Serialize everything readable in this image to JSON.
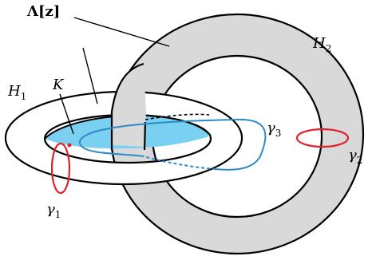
{
  "colors": {
    "torus_fill": "#d9d9d9",
    "disk_fill": "#79d0f0",
    "loop_gamma3": "#2a8cc7",
    "loop_red": "#e0202a",
    "outline": "#000000"
  },
  "labels": {
    "lambda": "Λ[",
    "lambda_z": "z",
    "lambda_close": "]",
    "h2": "H",
    "h2_sub": "2",
    "h1": "H",
    "h1_sub": "1",
    "k": "K",
    "gamma3": "γ",
    "gamma3_sub": "3",
    "gamma2": "γ",
    "gamma2_sub": "2",
    "gamma1": "γ",
    "gamma1_sub": "1"
  }
}
